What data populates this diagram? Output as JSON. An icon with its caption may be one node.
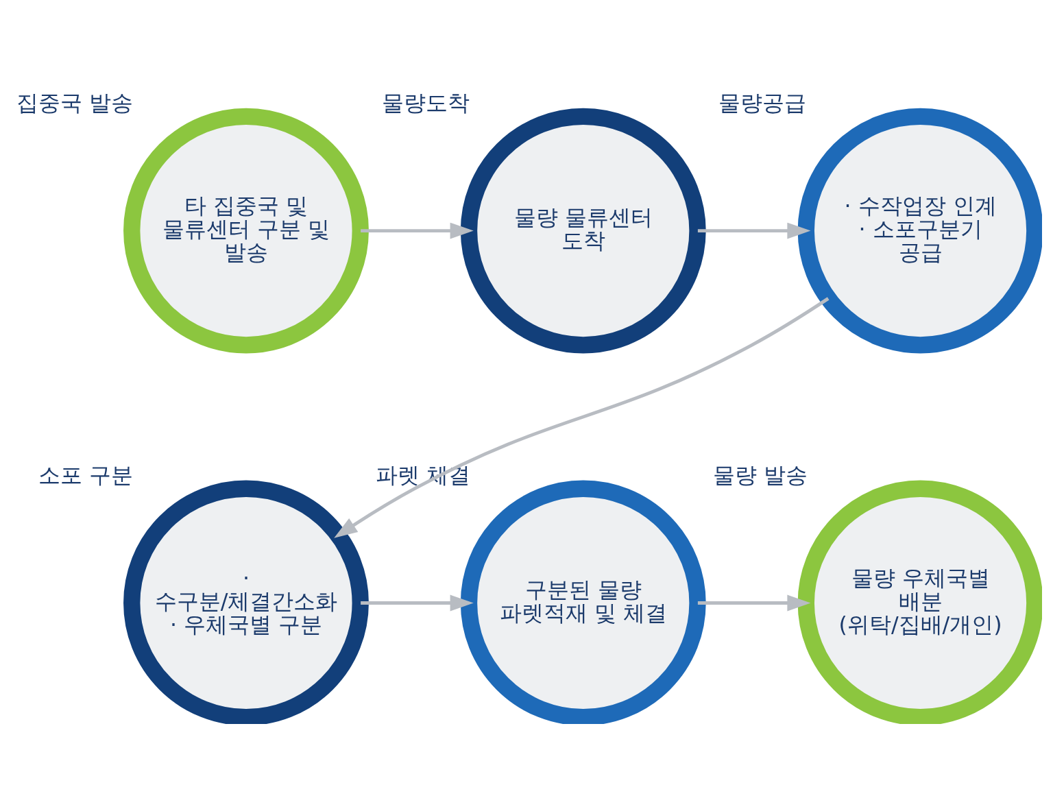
{
  "diagram": {
    "nodes": [
      {
        "text": [
          "타 집중국 및 물류센터 구분 및 발송"
        ],
        "beside": [
          "집중국 발송"
        ]
      },
      {
        "text": [
          "물량 물류센터 도착"
        ],
        "beside": [
          "물량도착"
        ]
      },
      {
        "text": [
          "· 수작업장 인계",
          "· 소포구분기 공급"
        ],
        "beside": [
          "물량공급"
        ]
      },
      {
        "text": [
          "· 수구분/체결간소화",
          "· 우체국별 구분"
        ],
        "beside": [
          "소포 구분"
        ]
      },
      {
        "text": [
          "구분된 물량 파렛적재 및 체결"
        ],
        "beside": [
          "파렛 체결"
        ]
      },
      {
        "text": [
          "물량 우체국별 배분 (위탁/집배/개인)"
        ],
        "beside": [
          "물량 발송"
        ]
      }
    ],
    "edges": [
      {
        "from": 0,
        "to": 1,
        "arrow": "to"
      },
      {
        "from": 1,
        "to": 2,
        "arrow": "to"
      },
      {
        "from": 2,
        "to": 3,
        "arrow": "to"
      },
      {
        "from": 3,
        "to": 4,
        "arrow": "to"
      },
      {
        "from": 4,
        "to": 5,
        "arrow": "to"
      }
    ]
  }
}
